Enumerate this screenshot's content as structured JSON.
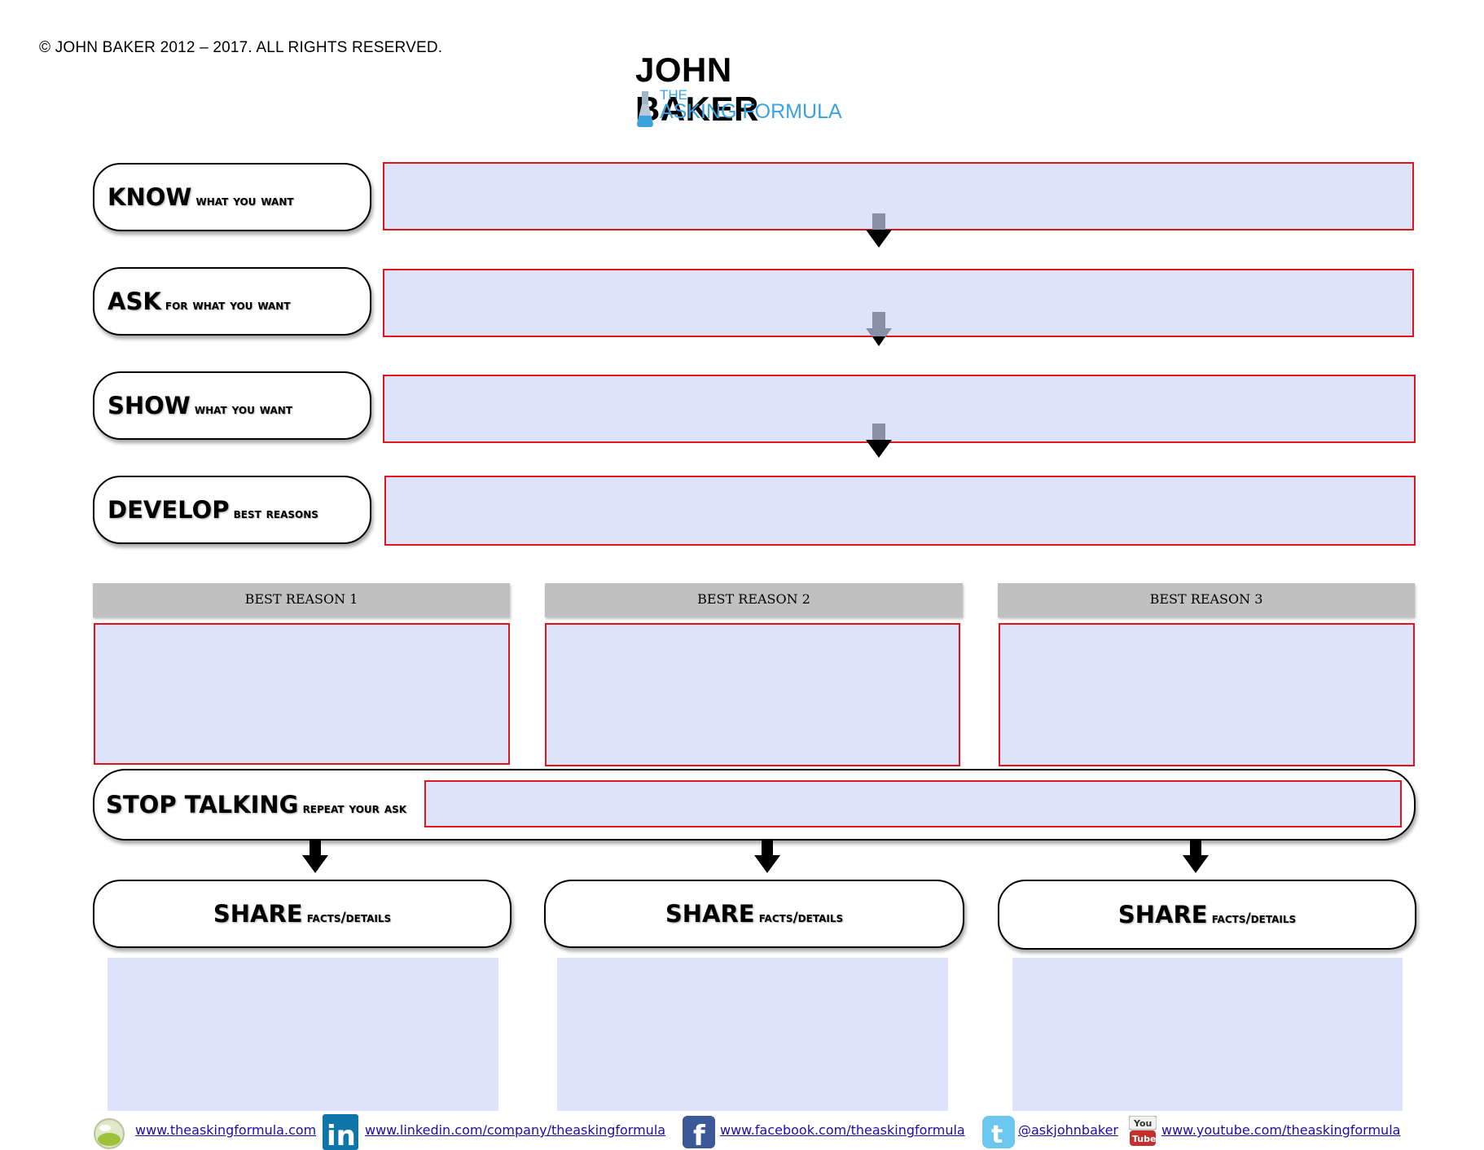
{
  "copyright": "© JOHN BAKER 2012 – 2017. ALL RIGHTS RESERVED.",
  "brand": {
    "name": "JOHN BAKER",
    "the": "THE",
    "formula": "ASKING FORMULA"
  },
  "steps": [
    {
      "main": "KNOW",
      "sub": "what you want"
    },
    {
      "main": "ASK",
      "sub": "for what you want"
    },
    {
      "main": "SHOW",
      "sub": "what you want"
    },
    {
      "main": "DEVELOP",
      "sub": "best reasons"
    }
  ],
  "reasons": [
    "BEST REASON 1",
    "BEST REASON 2",
    "BEST REASON 3"
  ],
  "stop": {
    "main": "STOP TALKING",
    "sub": "repeat your ask"
  },
  "share": [
    {
      "main": "SHARE",
      "sub": "facts/details"
    },
    {
      "main": "SHARE",
      "sub": "facts/details"
    },
    {
      "main": "SHARE",
      "sub": "facts/details"
    }
  ],
  "footer": {
    "website": "www.theaskingformula.com",
    "linkedin": "www.linkedin.com/company/theaskingformula",
    "facebook": "www.facebook.com/theaskingformula",
    "twitter": "@askjohnbaker",
    "youtube": "www.youtube.com/theaskingformula"
  },
  "colors": {
    "field_fill": "#dde3fb",
    "field_border": "#e0141b",
    "header_gray": "#c0c0c0",
    "brand_blue": "#3aa3df"
  },
  "icons": [
    "flask-icon",
    "arrow-down-icon",
    "globe-icon",
    "linkedin-icon",
    "facebook-icon",
    "twitter-icon",
    "youtube-icon"
  ]
}
